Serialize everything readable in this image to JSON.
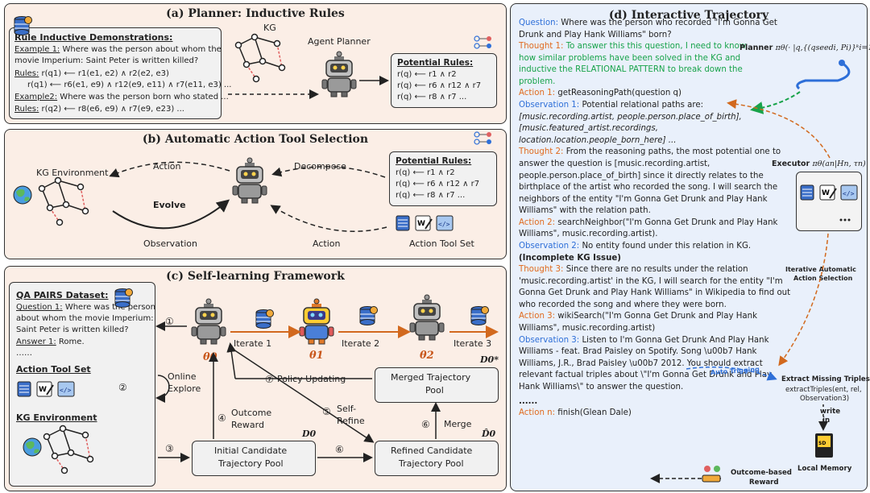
{
  "planner": {
    "title": "(a) Planner: Inductive Rules",
    "demo_title": "Rule Inductive Demonstrations:",
    "example1_label": "Example 1:",
    "example1_text1": " Where was the person about whom the",
    "example1_text2": "movie Imperium: Saint Peter is written killed?",
    "rules1_label": "Rules:",
    "rules1_line1": " r(q1) ⟵ r1(e1, e2) ∧ r2(e2, e3)",
    "rules1_line2": "r(q1) ⟵ r6(e1, e9) ∧ r12(e9, e11) ∧ r7(e11, e3) ...",
    "example2_label": "Example2:",
    "example2_text": " Where was the person born who stated ...",
    "rules2_label": "Rules:",
    "rules2_line": " r(q2) ⟵ r8(e6, e9) ∧ r7(e9, e23) ...",
    "kg_label": "KG",
    "agent_label": "Agent Planner",
    "potential_title": "Potential Rules:",
    "rule1": "r(q) ⟵ r1 ∧ r2",
    "rule2": "r(q) ⟵ r6 ∧ r12 ∧ r7",
    "rule3": "r(q) ⟵ r8 ∧ r7 ..."
  },
  "tool_selection": {
    "title": "(b) Automatic Action Tool Selection",
    "kg_env": "KG Environment",
    "action_top": "Action",
    "decompose": "Decompose",
    "evolve": "Evolve",
    "observation": "Observation",
    "action_bottom": "Action",
    "tool_set": "Action Tool Set",
    "potential_title": "Potential Rules:",
    "rule1": "r(q) ⟵ r1 ∧ r2",
    "rule2": "r(q) ⟵ r6 ∧ r12 ∧ r7",
    "rule3": "r(q) ⟵ r8 ∧ r7 ..."
  },
  "framework": {
    "title": "(c) Self-learning Framework",
    "qa_title": "QA PAIRS Dataset:",
    "question_label": "Question 1:",
    "question_text1": " Where was the person",
    "question_text2": "about whom the movie Imperium:",
    "question_text3": "Saint Peter is written killed?",
    "answer_label": "Answer 1:",
    "answer_text": " Rome.",
    "ellipsis": "……",
    "tool_title": "Action Tool Set",
    "kg_title": "KG Environment",
    "online_explore1": "Online",
    "online_explore2": "Explore",
    "theta0": "θ0",
    "theta1": "θ1",
    "theta2": "θ2",
    "iterate1": "Iterate 1",
    "iterate2": "Iterate 2",
    "iterate3": "Iterate 3",
    "d0_star": "D0*",
    "policy_updating": "Policy Updating",
    "merged_pool1": "Merged Trajectory",
    "merged_pool2": "Pool",
    "outcome_reward1": "Outcome",
    "outcome_reward2": "Reward",
    "self_refine1": "Self-",
    "self_refine2": "Refine",
    "merge": "Merge",
    "d0": "D0",
    "d0_hat": "D̂0",
    "initial_pool1": "Initial Candidate",
    "initial_pool2": "Trajectory Pool",
    "refined_pool1": "Refined Candidate",
    "refined_pool2": "Trajectory Pool",
    "steps": [
      "①",
      "②",
      "③",
      "④",
      "⑤",
      "⑥",
      "⑦",
      "⑥"
    ]
  },
  "trajectory": {
    "title": "(d) Interactive Trajectory",
    "question_label": "Question:",
    "question_text": " Where was the person who recorded \"I'm Gonna Get Drunk and Play Hank Williams\" born?",
    "thought1_label": "Thought 1:",
    "thought1_text": " To answer this this question, I need to know how similar problems have been solved in the KG and inductive the RELATIONAL PATTERN to break down the problem.",
    "action1_label": "Action 1:",
    "action1_text": " getReasoningPath(question q)",
    "obs1_label": "Observation 1:",
    "obs1_text": " Potential relational paths are:",
    "obs1_paths": "[music.recording.artist, people.person.place_of_birth], [music.featured_artist.recordings, location.location.people_born_here] ...",
    "thought2_label": "Thought 2:",
    "thought2_text": " From the reasoning paths, the most potential one to answer the question is [music.recording.artist, people.person.place_of_birth] since it directly relates to the birthplace of the artist who recorded the song. I will search the neighbors of the entity \"I'm Gonna Get Drunk and Play Hank Williams\" with the relation path.",
    "action2_label": "Action 2:",
    "action2_text": " searchNeighbor(\"I'm Gonna Get Drunk and Play Hank Williams\", music.recording.artist).",
    "obs2_label": "Observation 2:",
    "obs2_text": " No entity found under this relation in KG.",
    "incomplete": "(Incomplete KG Issue)",
    "thought3_label": "Thought 3:",
    "thought3_text": " Since there are no results under the relation 'music.recording.artist' in the KG, I will search for the entity \"I'm Gonna Get Drunk and Play Hank Williams\" in Wikipedia to find out who recorded the song and where they were born.",
    "action3_label": "Action 3:",
    "action3_text": " wikiSearch(\"I'm Gonna Get Drunk and Play Hank Williams\", music.recording.artist)",
    "obs3_label": "Observation 3:",
    "obs3_text": " Listen to I'm Gonna Get Drunk And Play Hank Williams - feat. Brad Paisley on Spotify. Song \\u00b7 Hank Williams, J.R., Brad Paisley \\u00b7 2012. You should extract relevant factual triples about \\\"I'm Gonna Get Drunk and Play Hank Williams\\\" to answer the question.",
    "dots": "......",
    "actionn_label": "Action n:",
    "actionn_text": " finish(Glean Dale)",
    "planner_label": "Planner",
    "planner_formula": "πθ(· |q,{(qseedi, Pi)}ᵏi=1)",
    "executor_label": "Executor",
    "executor_formula": "πθ(an|Hn, τn)",
    "iterative1": "Iterative Automatic",
    "iterative2": "Action Selection",
    "auto_trig": "Auto Trigging",
    "extract_title": "Extract Missing Triples",
    "extract_fn1": "extractTriples(ent, rel,",
    "extract_fn2": "Observation3)",
    "write_in1": "write",
    "write_in2": "in",
    "local_memory": "Local Memory",
    "outcome_reward1": "Outcome-based",
    "outcome_reward2": "Reward"
  },
  "colors": {
    "panel_bg": "#fbeee6",
    "trajectory_bg": "#e9f0fb",
    "blue_label": "#2e6fd8",
    "orange_label": "#e06b1f",
    "green_text": "#18a34a"
  }
}
